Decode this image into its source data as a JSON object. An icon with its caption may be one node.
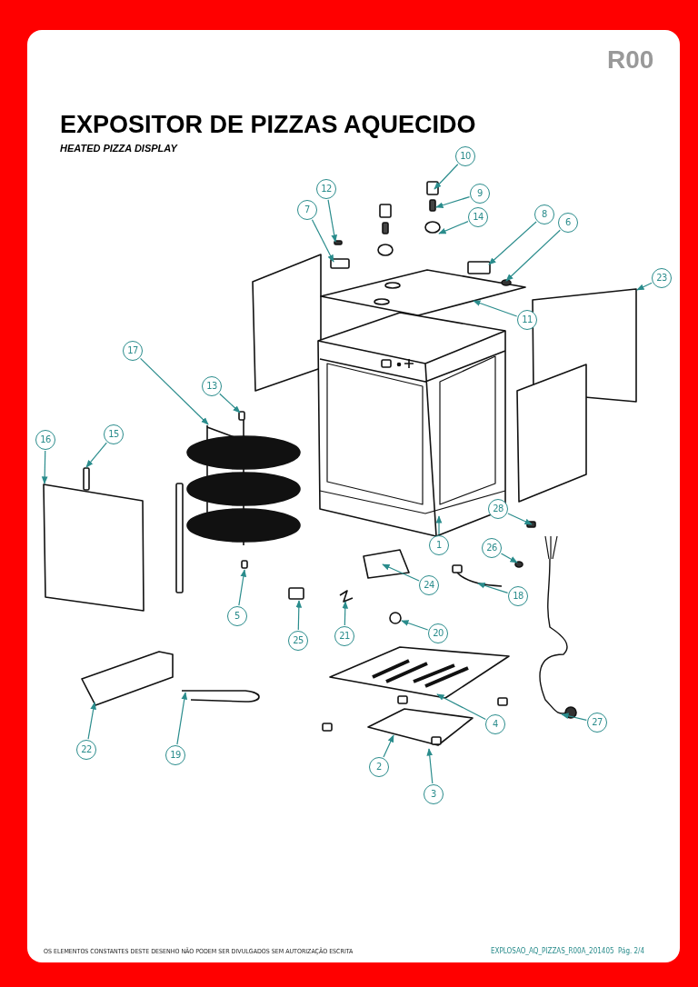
{
  "diagram": {
    "title": "EXPOSITOR DE PIZZAS AQUECIDO",
    "nodes": [
      {
        "text": [
          "10"
        ]
      },
      {
        "text": [
          "12"
        ]
      },
      {
        "text": [
          "9"
        ]
      },
      {
        "text": [
          "7"
        ]
      },
      {
        "text": [
          "14"
        ]
      },
      {
        "text": [
          "8"
        ]
      },
      {
        "text": [
          "6"
        ]
      },
      {
        "text": [
          "23"
        ]
      },
      {
        "text": [
          "11"
        ]
      },
      {
        "text": [
          "17"
        ]
      },
      {
        "text": [
          "13"
        ]
      },
      {
        "text": [
          "15"
        ]
      },
      {
        "text": [
          "16"
        ]
      },
      {
        "text": [
          "28"
        ]
      },
      {
        "text": [
          "1"
        ]
      },
      {
        "text": [
          "26"
        ]
      },
      {
        "text": [
          "24"
        ]
      },
      {
        "text": [
          "18"
        ]
      },
      {
        "text": [
          "5"
        ]
      },
      {
        "text": [
          "25"
        ]
      },
      {
        "text": [
          "21"
        ]
      },
      {
        "text": [
          "20"
        ]
      },
      {
        "text": [
          "4"
        ]
      },
      {
        "text": [
          "27"
        ]
      },
      {
        "text": [
          "22"
        ]
      },
      {
        "text": [
          "19"
        ]
      },
      {
        "text": [
          "2"
        ]
      },
      {
        "text": [
          "3"
        ]
      }
    ],
    "edges": [
      {
        "from": 0,
        "to": null,
        "arrow": "to"
      },
      {
        "from": 1,
        "to": null,
        "arrow": "to"
      },
      {
        "from": 2,
        "to": null,
        "arrow": "to"
      },
      {
        "from": 3,
        "to": null,
        "arrow": "to"
      },
      {
        "from": 4,
        "to": null,
        "arrow": "to"
      },
      {
        "from": 5,
        "to": null,
        "arrow": "to"
      },
      {
        "from": 6,
        "to": null,
        "arrow": "to"
      },
      {
        "from": 7,
        "to": null,
        "arrow": "to"
      },
      {
        "from": 8,
        "to": null,
        "arrow": "to"
      },
      {
        "from": 9,
        "to": null,
        "arrow": "to"
      },
      {
        "from": 10,
        "to": null,
        "arrow": "to"
      },
      {
        "from": 11,
        "to": null,
        "arrow": "to"
      },
      {
        "from": 12,
        "to": null,
        "arrow": "to"
      },
      {
        "from": 13,
        "to": null,
        "arrow": "to"
      },
      {
        "from": 14,
        "to": null,
        "arrow": "to"
      },
      {
        "from": 15,
        "to": null,
        "arrow": "to"
      },
      {
        "from": 16,
        "to": null,
        "arrow": "to"
      },
      {
        "from": 17,
        "to": null,
        "arrow": "to"
      },
      {
        "from": 18,
        "to": null,
        "arrow": "to"
      },
      {
        "from": 19,
        "to": null,
        "arrow": "to"
      },
      {
        "from": 20,
        "to": null,
        "arrow": "to"
      },
      {
        "from": 21,
        "to": null,
        "arrow": "to"
      },
      {
        "from": 22,
        "to": null,
        "arrow": "to"
      },
      {
        "from": 23,
        "to": null,
        "arrow": "to"
      },
      {
        "from": 24,
        "to": null,
        "arrow": "to"
      },
      {
        "from": 25,
        "to": null,
        "arrow": "to"
      },
      {
        "from": 26,
        "to": null,
        "arrow": "to"
      },
      {
        "from": 27,
        "to": null,
        "arrow": "to"
      }
    ],
    "labels": [
      "R00",
      "HEATED PIZZA DISPLAY",
      "OS ELEMENTOS CONSTANTES DESTE DESENHO NÃO PODEM SER DIVULGADOS SEM AUTORIZAÇÃO ESCRITA",
      "EXPLOSAO_AQ_PIZZAS_R00A_201405",
      "Pág. 2/4"
    ]
  }
}
